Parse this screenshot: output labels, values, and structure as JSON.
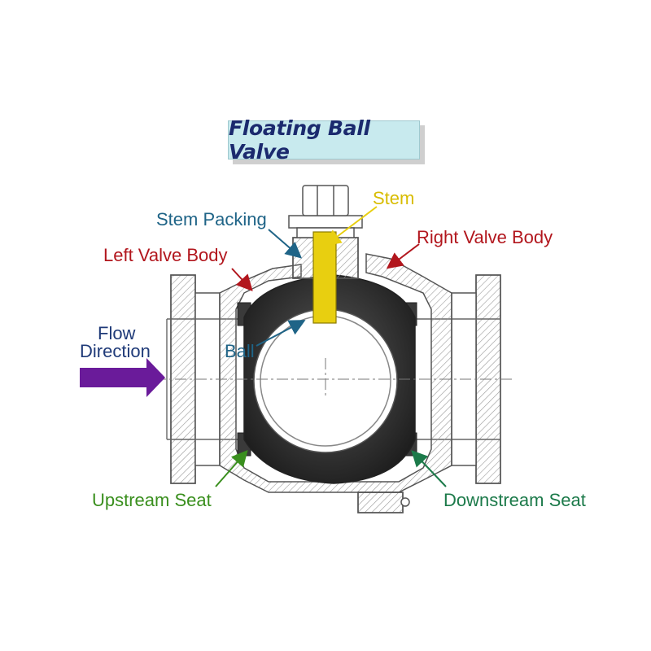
{
  "title": "Floating Ball Valve",
  "colors": {
    "title_text": "#1b2a6e",
    "title_bg": "#c8eaee",
    "stem": "#e8cf10",
    "stem_packing": "#1f6487",
    "left_body": "#b2161d",
    "right_body": "#b2161d",
    "flow": "#1f3a78",
    "flow_arrow": "#6a1b9a",
    "ball": "#1f6487",
    "upstream_seat": "#3a8f1e",
    "downstream_seat": "#1c7a4a",
    "ball_fill": "#2d2d2d"
  },
  "labels": {
    "stem": "Stem",
    "stem_packing": "Stem Packing",
    "right_valve_body": "Right Valve Body",
    "left_valve_body": "Left Valve Body",
    "flow_line1": "Flow",
    "flow_line2": "Direction",
    "ball": "Ball",
    "upstream_seat": "Upstream Seat",
    "downstream_seat": "Downstream Seat"
  }
}
